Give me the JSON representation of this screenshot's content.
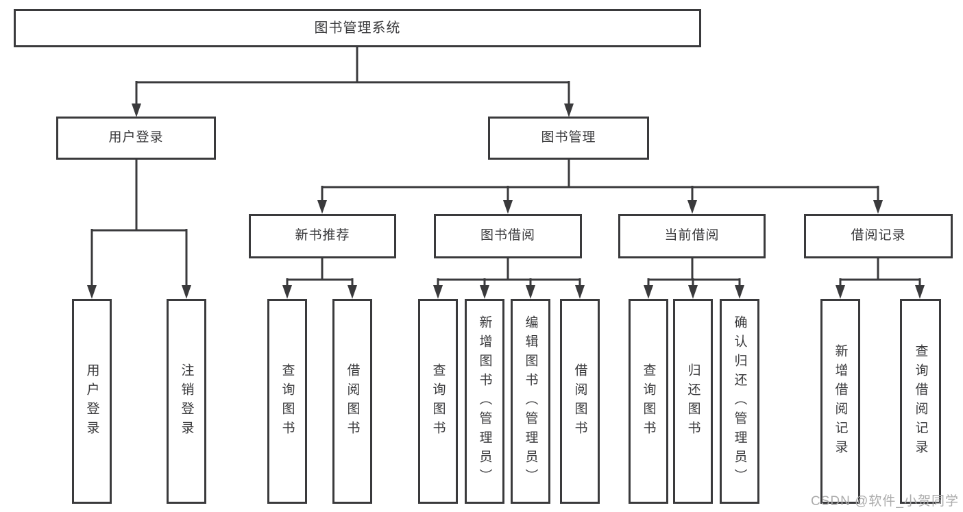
{
  "title": {
    "label": "图书管理系统"
  },
  "level2": [
    {
      "id": "user-login",
      "label": "用户登录"
    },
    {
      "id": "book-management",
      "label": "图书管理"
    }
  ],
  "level3": [
    {
      "id": "new-book-recommend",
      "label": "新书推荐"
    },
    {
      "id": "book-borrowing",
      "label": "图书借阅"
    },
    {
      "id": "current-borrowing",
      "label": "当前借阅"
    },
    {
      "id": "borrowing-records",
      "label": "借阅记录"
    }
  ],
  "leaves": [
    {
      "parent": "用户登录",
      "label": "用户登录"
    },
    {
      "parent": "用户登录",
      "label": "注销登录"
    },
    {
      "parent": "新书推荐",
      "label": "查询图书"
    },
    {
      "parent": "新书推荐",
      "label": "借阅图书"
    },
    {
      "parent": "图书借阅",
      "label": "查询图书"
    },
    {
      "parent": "图书借阅",
      "label": "新增图书（管理员）"
    },
    {
      "parent": "图书借阅",
      "label": "编辑图书（管理员）"
    },
    {
      "parent": "图书借阅",
      "label": "借阅图书"
    },
    {
      "parent": "当前借阅",
      "label": "查询图书"
    },
    {
      "parent": "当前借阅",
      "label": "归还图书"
    },
    {
      "parent": "当前借阅",
      "label": "确认归还（管理员）"
    },
    {
      "parent": "借阅记录",
      "label": "新增借阅记录"
    },
    {
      "parent": "借阅记录",
      "label": "查询借阅记录"
    }
  ],
  "watermark": {
    "text": "CSDN @软件_小贺同学",
    "color": "#ababab"
  },
  "colors": {
    "line": "#3a3a3c",
    "text": "#3a3a3c",
    "background": "#ffffff"
  }
}
